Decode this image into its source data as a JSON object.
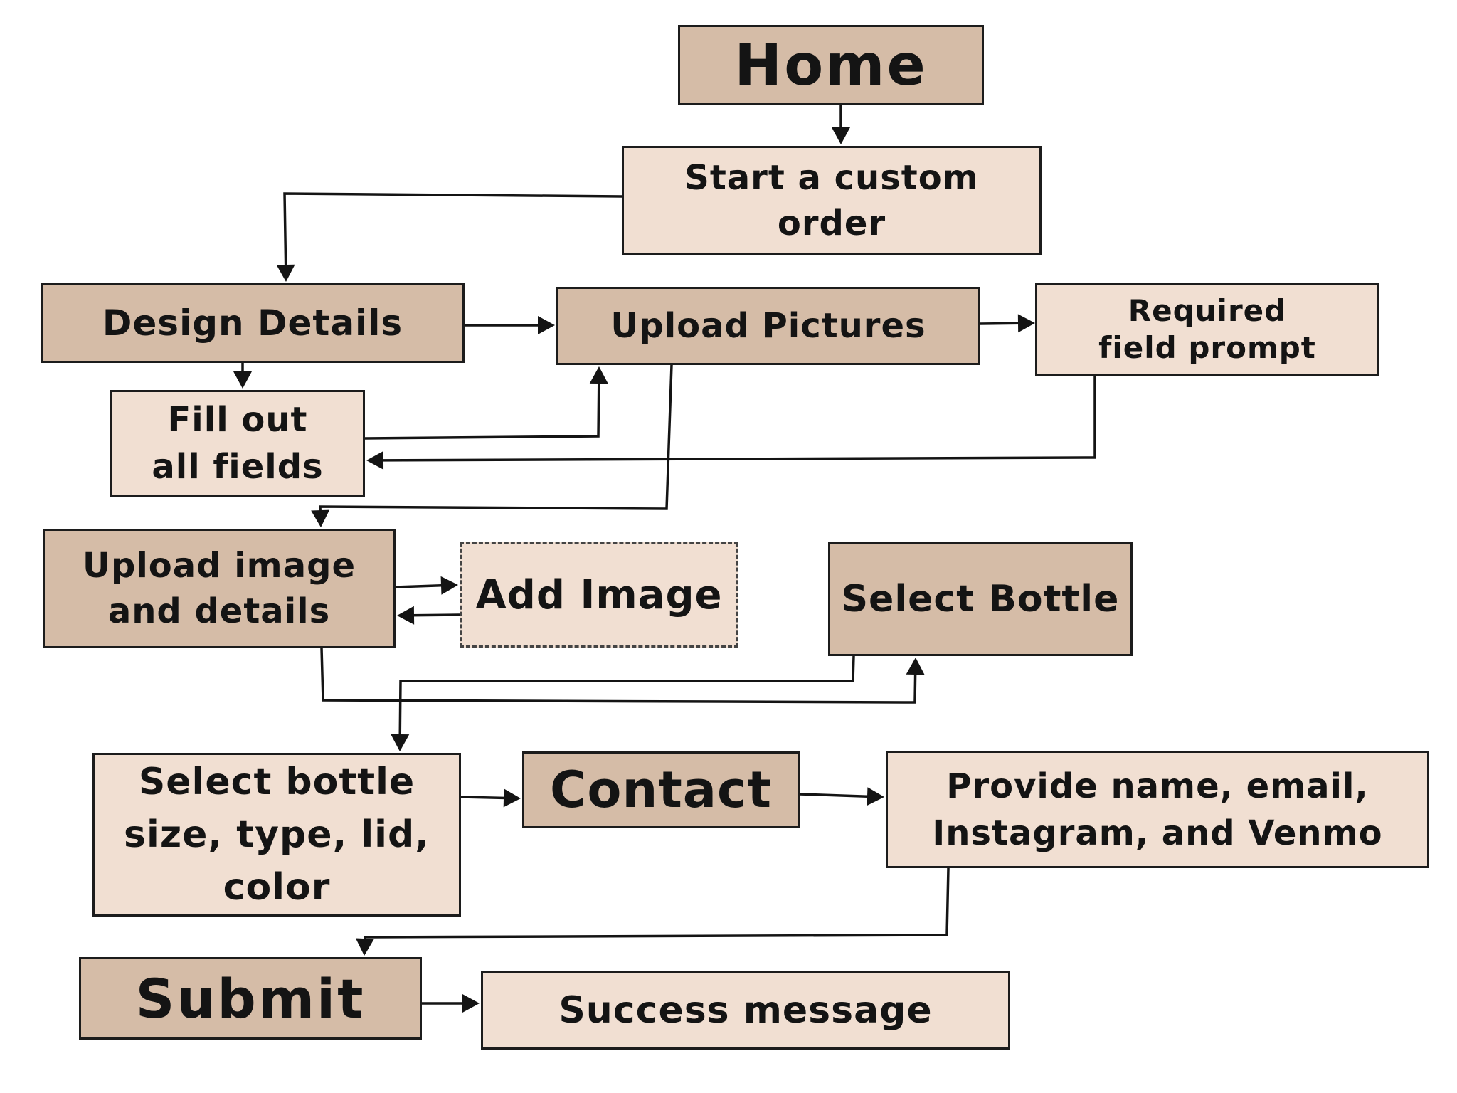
{
  "nodes": {
    "home": {
      "label": "Home",
      "fill": "dark"
    },
    "start_custom_order": {
      "label": "Start a custom\norder",
      "fill": "light"
    },
    "design_details": {
      "label": "Design Details",
      "fill": "dark"
    },
    "upload_pictures": {
      "label": "Upload Pictures",
      "fill": "dark"
    },
    "required_field_prompt": {
      "label": "Required\nfield prompt",
      "fill": "light"
    },
    "fill_out_all_fields": {
      "label": "Fill out\nall fields",
      "fill": "light"
    },
    "upload_image_and_details": {
      "label": "Upload image\nand details",
      "fill": "dark"
    },
    "add_image": {
      "label": "Add Image",
      "fill": "light"
    },
    "select_bottle": {
      "label": "Select Bottle",
      "fill": "dark"
    },
    "select_bottle_size": {
      "label": "Select bottle\nsize, type, lid,\ncolor",
      "fill": "light"
    },
    "contact": {
      "label": "Contact",
      "fill": "dark"
    },
    "provide_contact_info": {
      "label": "Provide name, email,\nInstagram, and Venmo",
      "fill": "light"
    },
    "submit": {
      "label": "Submit",
      "fill": "dark"
    },
    "success_message": {
      "label": "Success message",
      "fill": "light"
    }
  },
  "edges": [
    {
      "from": "home",
      "to": "start_custom_order"
    },
    {
      "from": "start_custom_order",
      "to": "design_details"
    },
    {
      "from": "design_details",
      "to": "upload_pictures"
    },
    {
      "from": "design_details",
      "to": "fill_out_all_fields"
    },
    {
      "from": "upload_pictures",
      "to": "required_field_prompt"
    },
    {
      "from": "fill_out_all_fields",
      "to": "upload_pictures"
    },
    {
      "from": "required_field_prompt",
      "to": "fill_out_all_fields"
    },
    {
      "from": "upload_pictures",
      "to": "upload_image_and_details"
    },
    {
      "from": "upload_image_and_details",
      "to": "add_image"
    },
    {
      "from": "add_image",
      "to": "upload_image_and_details"
    },
    {
      "from": "upload_image_and_details",
      "to": "select_bottle"
    },
    {
      "from": "select_bottle",
      "to": "select_bottle_size"
    },
    {
      "from": "select_bottle_size",
      "to": "contact"
    },
    {
      "from": "contact",
      "to": "provide_contact_info"
    },
    {
      "from": "provide_contact_info",
      "to": "submit"
    },
    {
      "from": "submit",
      "to": "success_message"
    }
  ],
  "colors": {
    "dark_fill": "#d5bca7",
    "light_fill": "#f1dfd2",
    "stroke": "#141414"
  }
}
